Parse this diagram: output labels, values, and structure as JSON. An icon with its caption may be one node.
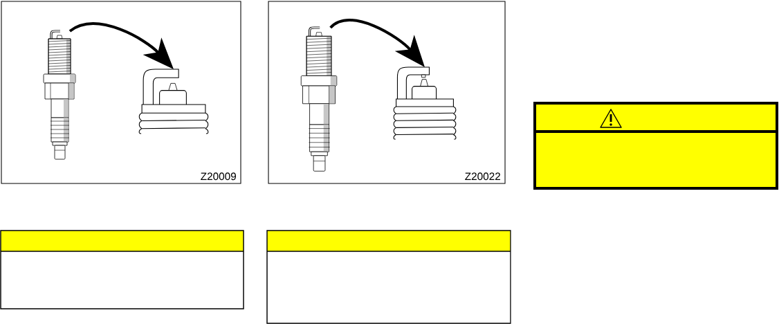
{
  "diagram": {
    "nodes": [
      {
        "text": [
          "Z20009"
        ]
      },
      {
        "text": [],
        "shape": "picture",
        "in": 0
      },
      {
        "text": [],
        "shape": "picture",
        "in": 0
      },
      {
        "text": [
          "Z20022"
        ]
      },
      {
        "text": [],
        "shape": "picture",
        "in": 3
      },
      {
        "text": [],
        "shape": "picture",
        "in": 3
      },
      {
        "text": [],
        "shape": "box"
      },
      {
        "text": [],
        "shape": "box"
      },
      {
        "text": [],
        "shape": "box"
      }
    ],
    "edges": [
      {
        "from": 1,
        "to": 2,
        "arrow": "to"
      },
      {
        "from": 4,
        "to": 5,
        "arrow": "to"
      }
    ]
  }
}
